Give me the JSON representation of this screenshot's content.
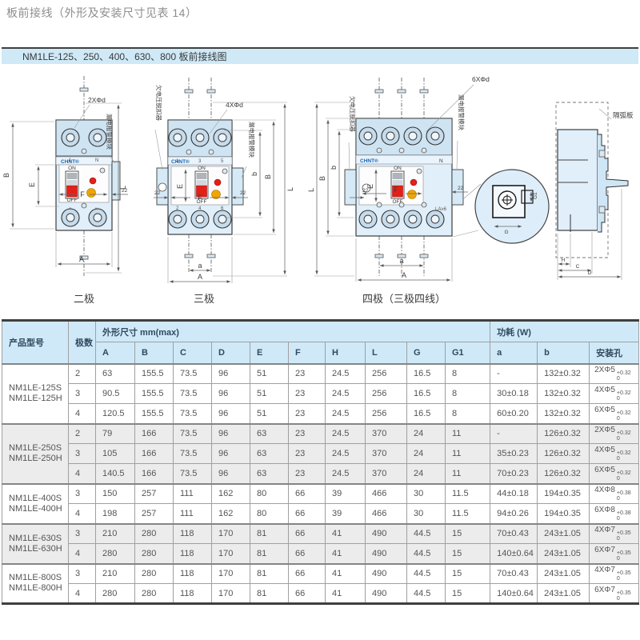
{
  "colors": {
    "section_bar_bg": "#cfe9f7",
    "table_header_bg": "#cfe9f8",
    "row_alt_bg": "#ececec",
    "breaker_body": "#dfeef9",
    "breaker_strip": "#cfe3f1",
    "handle_red": "#e32119",
    "button_yellow": "#f0a500",
    "brand_blue": "#1565ae",
    "bar_top_border": "#404040"
  },
  "page": {
    "title": "板前接线（外形及安装尺寸见表 14）",
    "section_title": "NM1LE-125、250、400、630、800 板前接线图"
  },
  "diagram": {
    "captions": {
      "two_pole": "二极",
      "three_pole": "三极",
      "four_pole": "四极（三极四线）"
    },
    "hole_labels": {
      "two_pole": "2XΦd",
      "three_pole": "4XΦd",
      "four_pole": "6XΦd"
    },
    "module_labels": {
      "leakage_alarm": "漏电报警模块",
      "undervoltage_release": "欠电压脱扣器",
      "arc_barrier": "隔弧板"
    },
    "switch": {
      "on": "ON",
      "off": "OFF",
      "brand": "CHNT®"
    },
    "terminals": {
      "p2_top": [
        "1",
        "N"
      ],
      "p2_bottom": [
        "2",
        "N"
      ],
      "p3_top": [
        "1",
        "3",
        "5"
      ],
      "p3_bottom": [
        "2",
        "4",
        "6"
      ],
      "p4_n": "N",
      "p4_note": "LA≥6"
    },
    "dims": {
      "A": "A",
      "B": "B",
      "C": "C",
      "D": "D",
      "E": "E",
      "F": "F",
      "H": "H",
      "L": "L",
      "G": "G",
      "G1": "G1",
      "a": "a",
      "b": "b",
      "t22": "22"
    }
  },
  "table": {
    "headers": {
      "product": "产品型号",
      "poles": "极数",
      "dims_group": "外形尺寸 mm(max)",
      "power_group": "功耗 (W)",
      "dim_cols": [
        "A",
        "B",
        "C",
        "D",
        "E",
        "F",
        "H",
        "L",
        "G",
        "G1"
      ],
      "power_cols": [
        "a",
        "b"
      ],
      "holes": "安装孔"
    },
    "groups": [
      {
        "model": [
          "NM1LE-125S",
          "NM1LE-125H"
        ],
        "rows": [
          {
            "poles": "2",
            "dims": [
              "63",
              "155.5",
              "73.5",
              "96",
              "51",
              "23",
              "24.5",
              "256",
              "16.5",
              "8"
            ],
            "a": "-",
            "b": "132±0.32",
            "hole": {
              "base": "2XΦ5",
              "sup": "+0.32",
              "sub": "0"
            }
          },
          {
            "poles": "3",
            "dims": [
              "90.5",
              "155.5",
              "73.5",
              "96",
              "51",
              "23",
              "24.5",
              "256",
              "16.5",
              "8"
            ],
            "a": "30±0.18",
            "b": "132±0.32",
            "hole": {
              "base": "4XΦ5",
              "sup": "+0.32",
              "sub": "0"
            }
          },
          {
            "poles": "4",
            "dims": [
              "120.5",
              "155.5",
              "73.5",
              "96",
              "51",
              "23",
              "24.5",
              "256",
              "16.5",
              "8"
            ],
            "a": "60±0.20",
            "b": "132±0.32",
            "hole": {
              "base": "6XΦ5",
              "sup": "+0.32",
              "sub": "0"
            }
          }
        ]
      },
      {
        "model": [
          "NM1LE-250S",
          "NM1LE-250H"
        ],
        "rows": [
          {
            "poles": "2",
            "dims": [
              "79",
              "166",
              "73.5",
              "96",
              "63",
              "23",
              "24.5",
              "370",
              "24",
              "11"
            ],
            "a": "-",
            "b": "126±0.32",
            "hole": {
              "base": "2XΦ5",
              "sup": "+0.32",
              "sub": "0"
            }
          },
          {
            "poles": "3",
            "dims": [
              "105",
              "166",
              "73.5",
              "96",
              "63",
              "23",
              "24.5",
              "370",
              "24",
              "11"
            ],
            "a": "35±0.23",
            "b": "126±0.32",
            "hole": {
              "base": "4XΦ5",
              "sup": "+0.32",
              "sub": "0"
            }
          },
          {
            "poles": "4",
            "dims": [
              "140.5",
              "166",
              "73.5",
              "96",
              "63",
              "23",
              "24.5",
              "370",
              "24",
              "11"
            ],
            "a": "70±0.23",
            "b": "126±0.32",
            "hole": {
              "base": "6XΦ5",
              "sup": "+0.32",
              "sub": "0"
            }
          }
        ]
      },
      {
        "model": [
          "NM1LE-400S",
          "NM1LE-400H"
        ],
        "rows": [
          {
            "poles": "3",
            "dims": [
              "150",
              "257",
              "111",
              "162",
              "80",
              "66",
              "39",
              "466",
              "30",
              "11.5"
            ],
            "a": "44±0.18",
            "b": "194±0.35",
            "hole": {
              "base": "4XΦ8",
              "sup": "+0.38",
              "sub": "0"
            }
          },
          {
            "poles": "4",
            "dims": [
              "198",
              "257",
              "111",
              "162",
              "80",
              "66",
              "39",
              "466",
              "30",
              "11.5"
            ],
            "a": "94±0.26",
            "b": "194±0.35",
            "hole": {
              "base": "6XΦ8",
              "sup": "+0.38",
              "sub": "0"
            }
          }
        ]
      },
      {
        "model": [
          "NM1LE-630S",
          "NM1LE-630H"
        ],
        "rows": [
          {
            "poles": "3",
            "dims": [
              "210",
              "280",
              "118",
              "170",
              "81",
              "66",
              "41",
              "490",
              "44.5",
              "15"
            ],
            "a": "70±0.43",
            "b": "243±1.05",
            "hole": {
              "base": "4XΦ7",
              "sup": "+0.35",
              "sub": "0"
            }
          },
          {
            "poles": "4",
            "dims": [
              "280",
              "280",
              "118",
              "170",
              "81",
              "66",
              "41",
              "490",
              "44.5",
              "15"
            ],
            "a": "140±0.64",
            "b": "243±1.05",
            "hole": {
              "base": "6XΦ7",
              "sup": "+0.35",
              "sub": "0"
            }
          }
        ]
      },
      {
        "model": [
          "NM1LE-800S",
          "NM1LE-800H"
        ],
        "rows": [
          {
            "poles": "3",
            "dims": [
              "210",
              "280",
              "118",
              "170",
              "81",
              "66",
              "41",
              "490",
              "44.5",
              "15"
            ],
            "a": "70±0.43",
            "b": "243±1.05",
            "hole": {
              "base": "4XΦ7",
              "sup": "+0.35",
              "sub": "0"
            }
          },
          {
            "poles": "4",
            "dims": [
              "280",
              "280",
              "118",
              "170",
              "81",
              "66",
              "41",
              "490",
              "44.5",
              "15"
            ],
            "a": "140±0.64",
            "b": "243±1.05",
            "hole": {
              "base": "6XΦ7",
              "sup": "+0.35",
              "sub": "0"
            }
          }
        ]
      }
    ]
  }
}
